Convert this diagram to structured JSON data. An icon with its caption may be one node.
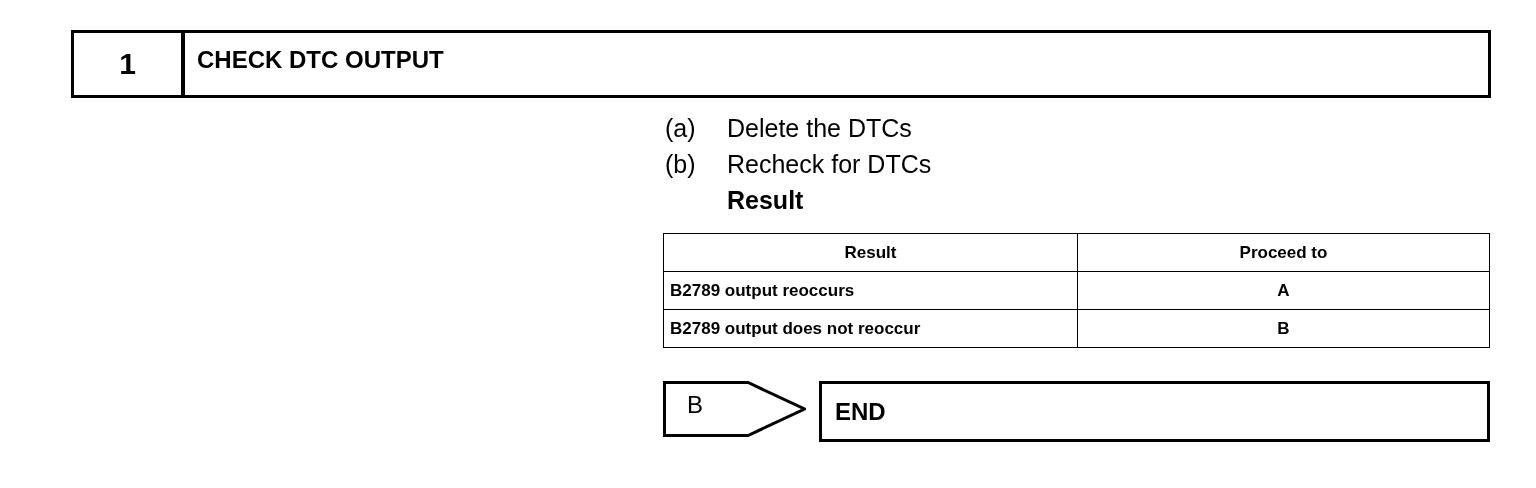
{
  "diagram": {
    "nodes": [
      {
        "text": [
          "1"
        ]
      },
      {
        "text": [
          "CHECK DTC OUTPUT"
        ]
      },
      {
        "text": [
          "B"
        ]
      },
      {
        "text": [
          "END"
        ]
      }
    ],
    "labels": [
      "(a)",
      "Delete the DTCs",
      "(b)",
      "Recheck for DTCs",
      "Result",
      "Result",
      "Proceed to",
      "B2789 output reoccurs",
      "A",
      "B2789 output does not reoccur",
      "B"
    ]
  }
}
